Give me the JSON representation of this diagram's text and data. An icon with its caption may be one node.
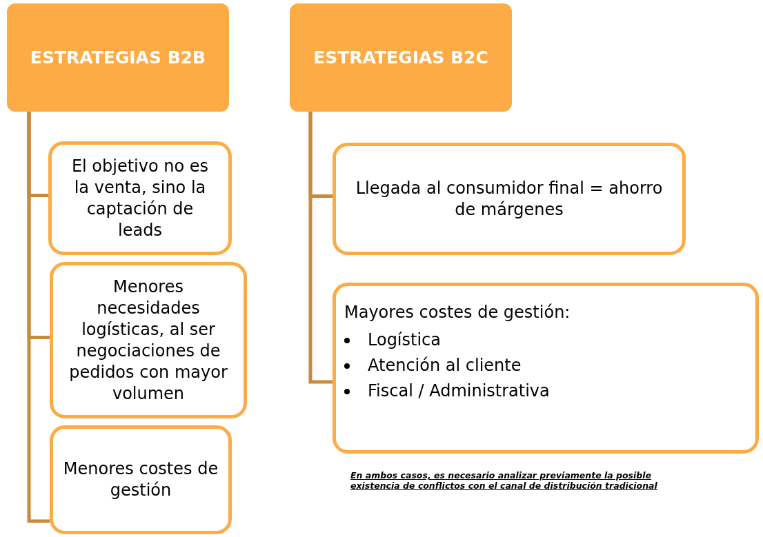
{
  "diagram": {
    "nodes": [
      {
        "text": [
          "ESTRATEGIAS B2B"
        ]
      },
      {
        "text": [
          "El objetivo no es la venta, sino la captación de leads"
        ]
      },
      {
        "text": [
          "Menores necesidades logísticas, al ser negociaciones de pedidos con mayor volumen"
        ]
      },
      {
        "text": [
          "Menores costes de gestión"
        ]
      },
      {
        "text": [
          "ESTRATEGIAS B2C"
        ]
      },
      {
        "text": [
          "Llegada al consumidor final = ahorro de márgenes"
        ]
      },
      {
        "text": [
          "Mayores costes de gestión:",
          "Logística",
          "Atención al cliente",
          "Fiscal / Administrativa"
        ]
      }
    ],
    "edges": [
      {
        "from": 0,
        "to": 1,
        "arrow": "none"
      },
      {
        "from": 0,
        "to": 2,
        "arrow": "none"
      },
      {
        "from": 0,
        "to": 3,
        "arrow": "none"
      },
      {
        "from": 4,
        "to": 5,
        "arrow": "none"
      },
      {
        "from": 4,
        "to": 6,
        "arrow": "none"
      }
    ],
    "labels": [
      "En ambos casos, es necesario analizar previamente la posible existencia de conflictos con el canal de distribución tradicional"
    ]
  }
}
